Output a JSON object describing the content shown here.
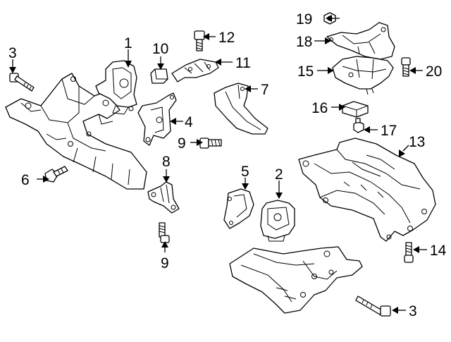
{
  "diagram": {
    "callouts": [
      {
        "id": "c1",
        "label": "1"
      },
      {
        "id": "c2",
        "label": "2"
      },
      {
        "id": "c3a",
        "label": "3"
      },
      {
        "id": "c3b",
        "label": "3"
      },
      {
        "id": "c4",
        "label": "4"
      },
      {
        "id": "c5",
        "label": "5"
      },
      {
        "id": "c6",
        "label": "6"
      },
      {
        "id": "c7",
        "label": "7"
      },
      {
        "id": "c8",
        "label": "8"
      },
      {
        "id": "c9a",
        "label": "9"
      },
      {
        "id": "c9b",
        "label": "9"
      },
      {
        "id": "c10",
        "label": "10"
      },
      {
        "id": "c11",
        "label": "11"
      },
      {
        "id": "c12",
        "label": "12"
      },
      {
        "id": "c13",
        "label": "13"
      },
      {
        "id": "c14",
        "label": "14"
      },
      {
        "id": "c15",
        "label": "15"
      },
      {
        "id": "c16",
        "label": "16"
      },
      {
        "id": "c17",
        "label": "17"
      },
      {
        "id": "c18",
        "label": "18"
      },
      {
        "id": "c19",
        "label": "19"
      },
      {
        "id": "c20",
        "label": "20"
      }
    ]
  }
}
